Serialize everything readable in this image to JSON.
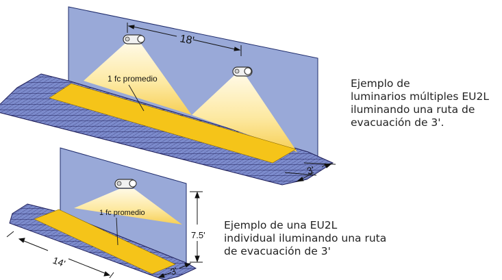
{
  "diagram_multi": {
    "spacing_label": "18'",
    "avg_label": "1 fc promedio",
    "width_label": "3'",
    "caption_lines": [
      "Ejemplo de",
      "luminarios múltiples EU2L",
      "iluminando una ruta de",
      "evacuación de 3'."
    ]
  },
  "diagram_single": {
    "avg_label": "1 fc promedio",
    "height_label": "7.5'",
    "length_label": "14'",
    "width_label": "3'",
    "caption_lines": [
      "Ejemplo de una EU2L",
      "individual iluminando una ruta",
      "de evacuación de 3'"
    ]
  },
  "colors": {
    "wall": "#99a9d8",
    "grid_line": "#1f1f5a",
    "grid_fill": "#7888c8",
    "path": "#f5c419",
    "light": "#ffe9a0"
  }
}
